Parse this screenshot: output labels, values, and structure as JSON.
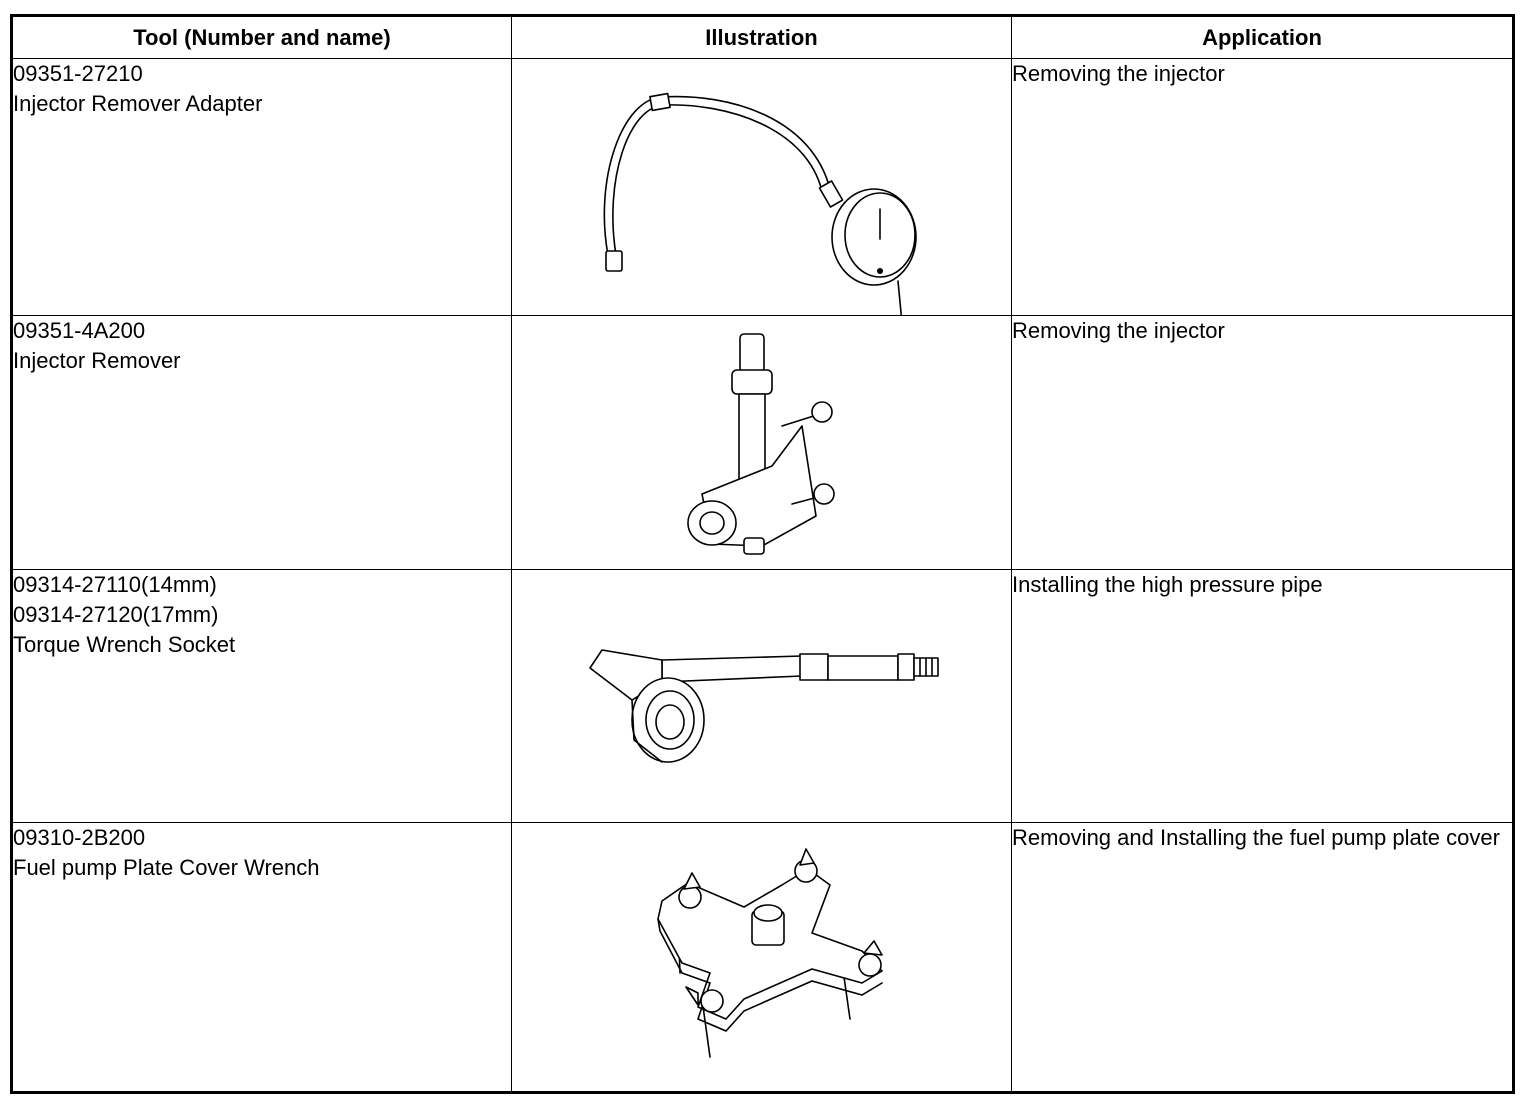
{
  "headers": {
    "tool": "Tool (Number and name)",
    "illustration": "Illustration",
    "application": "Application"
  },
  "rows": [
    {
      "tool_lines": [
        "09351-27210",
        "Injector Remover Adapter"
      ],
      "illustration_icon": "injector-remover-adapter-icon",
      "application": "Removing the injector"
    },
    {
      "tool_lines": [
        "09351-4A200",
        "Injector Remover"
      ],
      "illustration_icon": "injector-remover-icon",
      "application": "Removing the injector"
    },
    {
      "tool_lines": [
        "09314-27110(14mm)",
        "09314-27120(17mm)",
        "Torque Wrench Socket"
      ],
      "illustration_icon": "torque-wrench-socket-icon",
      "application": "Installing the high pressure pipe"
    },
    {
      "tool_lines": [
        "09310-2B200",
        "Fuel pump Plate Cover Wrench"
      ],
      "illustration_icon": "fuel-pump-plate-cover-wrench-icon",
      "application": "Removing and Installing the fuel pump plate cover"
    }
  ]
}
